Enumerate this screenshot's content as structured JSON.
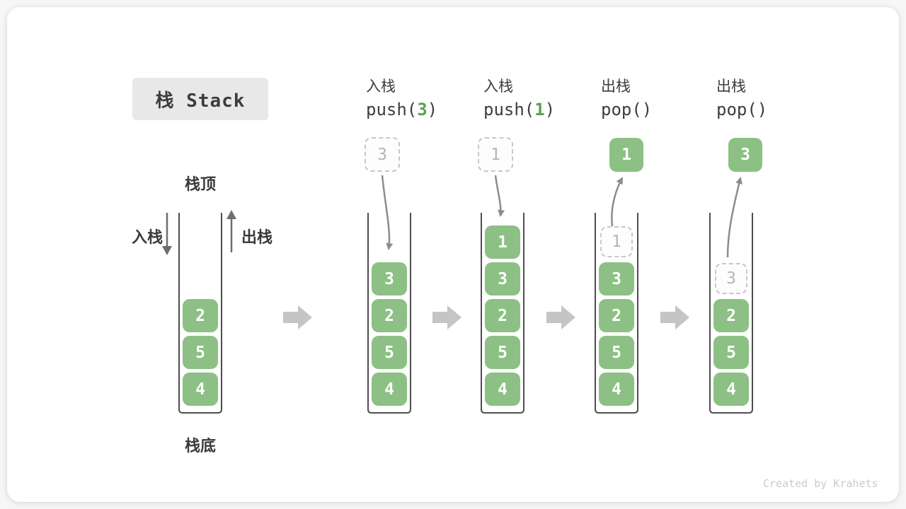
{
  "title": "栈 Stack",
  "stack_labels": {
    "top": "栈顶",
    "bottom": "栈底",
    "push_side": "入栈",
    "pop_side": "出栈"
  },
  "watermark": "Created by Krahets",
  "colors": {
    "block_green": "#8cc084",
    "code_arg_green": "#5aa050",
    "ghost_border_gray": "#c7c7c7",
    "curve_arrow_gray": "#8c8c8c",
    "transition_arrow_gray": "#c5c5c5",
    "container_wall_gray": "#4e4e4e",
    "title_badge_bg": "#e8e8e8",
    "text_dark": "#3a3a3a"
  },
  "columns": [
    {
      "name": "initial",
      "blocks": [
        "2",
        "5",
        "4"
      ]
    },
    {
      "name": "push-3",
      "op": "入栈",
      "code_pre": "push(",
      "code_arg": "3",
      "code_suf": ")",
      "float": "3",
      "blocks": [
        "3",
        "2",
        "5",
        "4"
      ]
    },
    {
      "name": "push-1",
      "op": "入栈",
      "code_pre": "push(",
      "code_arg": "1",
      "code_suf": ")",
      "float": "1",
      "blocks": [
        "1",
        "3",
        "2",
        "5",
        "4"
      ]
    },
    {
      "name": "pop-1",
      "op": "出栈",
      "code_pre": "pop(",
      "code_arg": "",
      "code_suf": ")",
      "float": "1",
      "ghost": "1",
      "blocks": [
        "3",
        "2",
        "5",
        "4"
      ]
    },
    {
      "name": "pop-3",
      "op": "出栈",
      "code_pre": "pop(",
      "code_arg": "",
      "code_suf": ")",
      "float": "3",
      "ghost": "3",
      "blocks": [
        "2",
        "5",
        "4"
      ]
    }
  ]
}
